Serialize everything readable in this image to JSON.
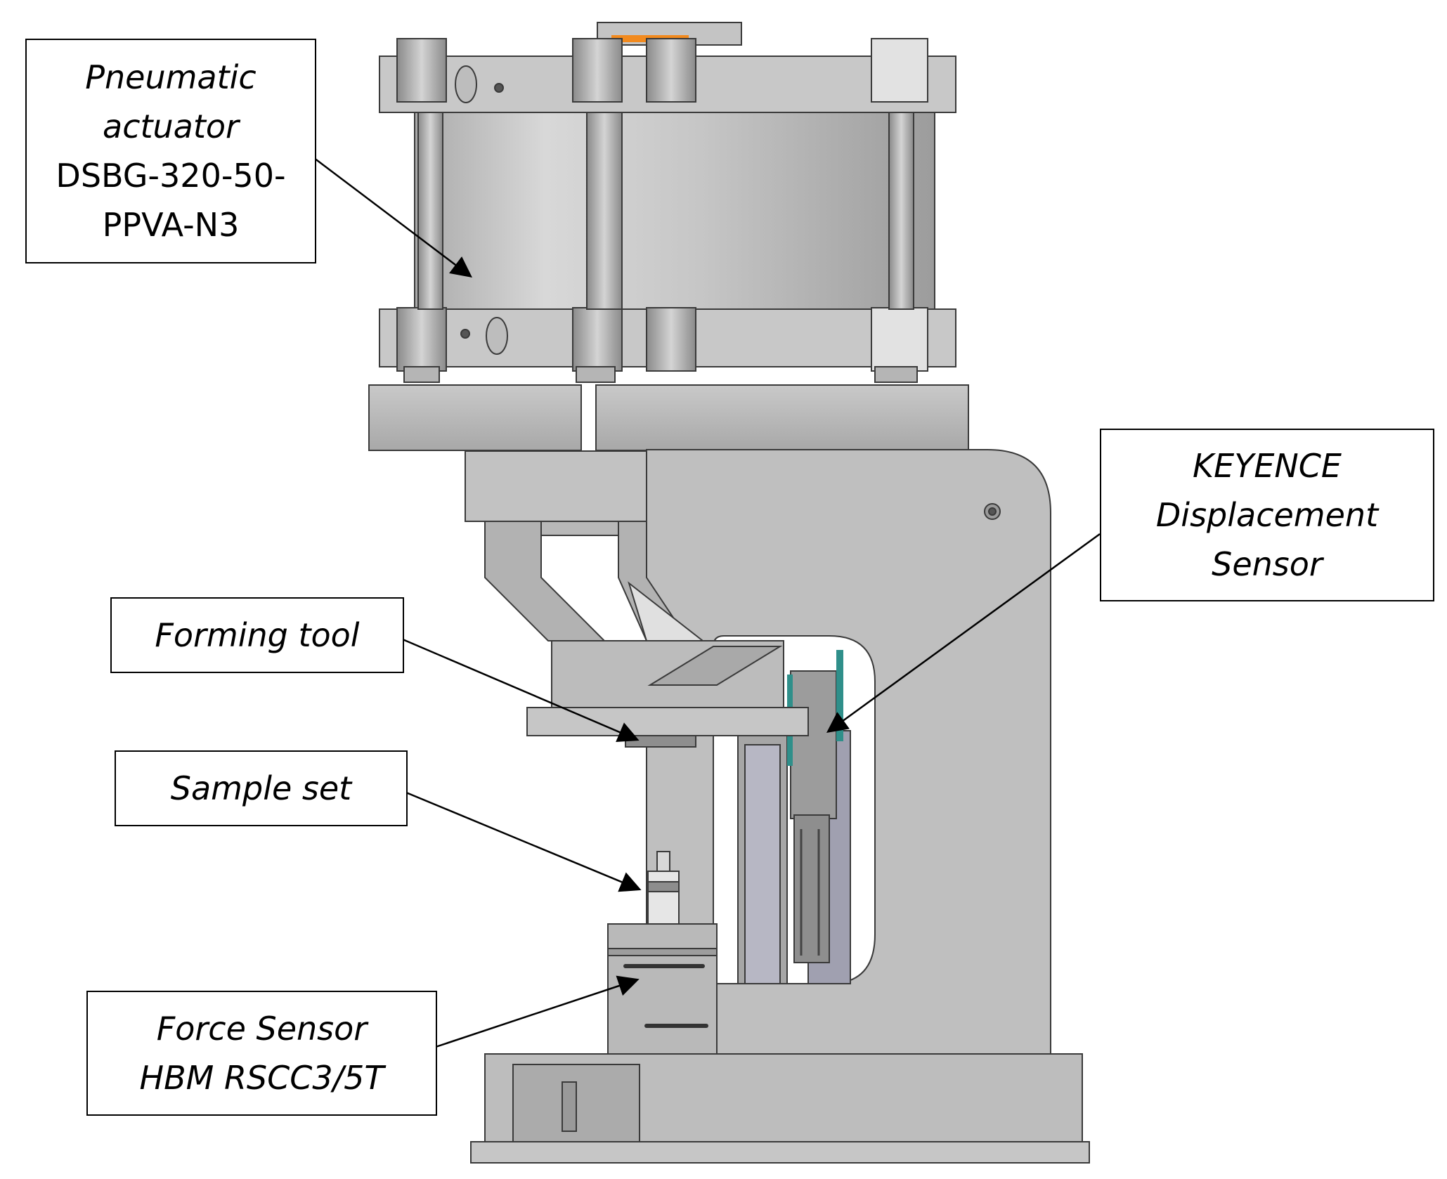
{
  "labels": {
    "pneumatic": {
      "line1": "Pneumatic",
      "line2": "actuator",
      "line3": "DSBG-320-50-",
      "line4": "PPVA-N3"
    },
    "keyence": {
      "line1": "KEYENCE",
      "line2": "Displacement",
      "line3": "Sensor"
    },
    "forming_tool": "Forming tool",
    "sample_set": "Sample set",
    "force_sensor": {
      "line1": "Force Sensor",
      "line2": "HBM RSCC3/5T"
    }
  },
  "colors": {
    "metal_light": "#d6d6d6",
    "metal_mid": "#bdbdbd",
    "metal_dark": "#8f8f8f",
    "line": "#3a3a3a",
    "accent_orange": "#f28a1e",
    "sensor_teal": "#2f8f8a"
  }
}
